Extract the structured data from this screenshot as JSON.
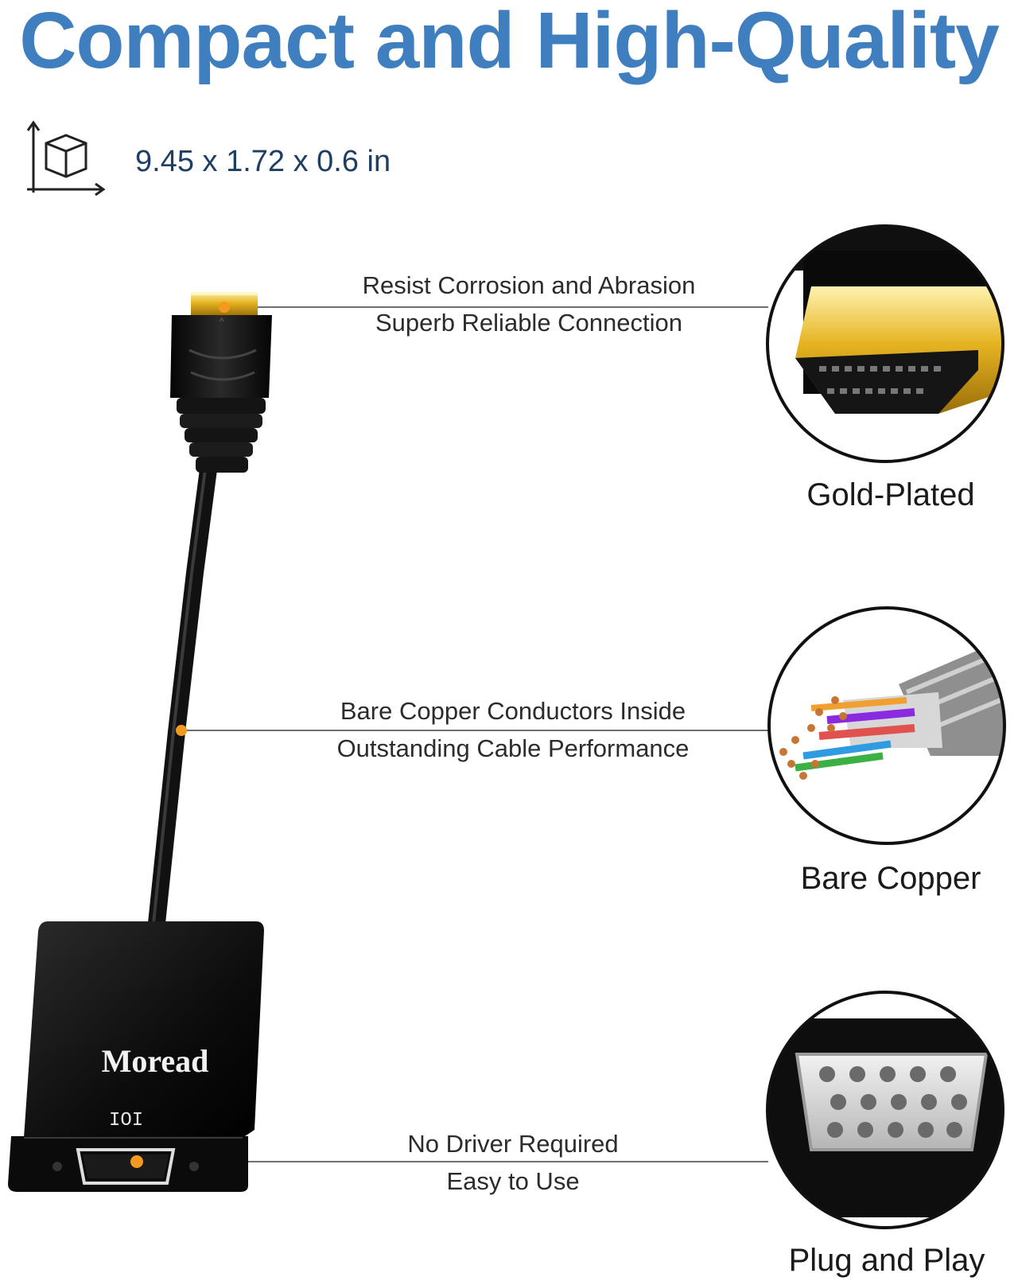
{
  "headline": "Compact and High-Quality",
  "dimensions": {
    "icon": "box-dimension-icon",
    "text": "9.45 x 1.72 x 0.6 in"
  },
  "callouts": [
    {
      "line1": "Resist Corrosion and Abrasion",
      "line2": "Superb Reliable Connection"
    },
    {
      "line1": "Bare Copper Conductors Inside",
      "line2": "Outstanding Cable Performance"
    },
    {
      "line1": "No Driver Required",
      "line2": "Easy to Use"
    }
  ],
  "badges": [
    {
      "label": "Gold-Plated",
      "icon": "hdmi-gold-plug-icon"
    },
    {
      "label": "Bare Copper",
      "icon": "copper-wire-icon"
    },
    {
      "label": "Plug and Play",
      "icon": "vga-port-icon"
    }
  ],
  "product": {
    "brand": "Moread",
    "port_label": "IOI"
  },
  "colors": {
    "headline": "#3f7fc0",
    "dim_text": "#1f3e63",
    "accent_dot": "#f39a1e",
    "gold": "#e6b422"
  }
}
